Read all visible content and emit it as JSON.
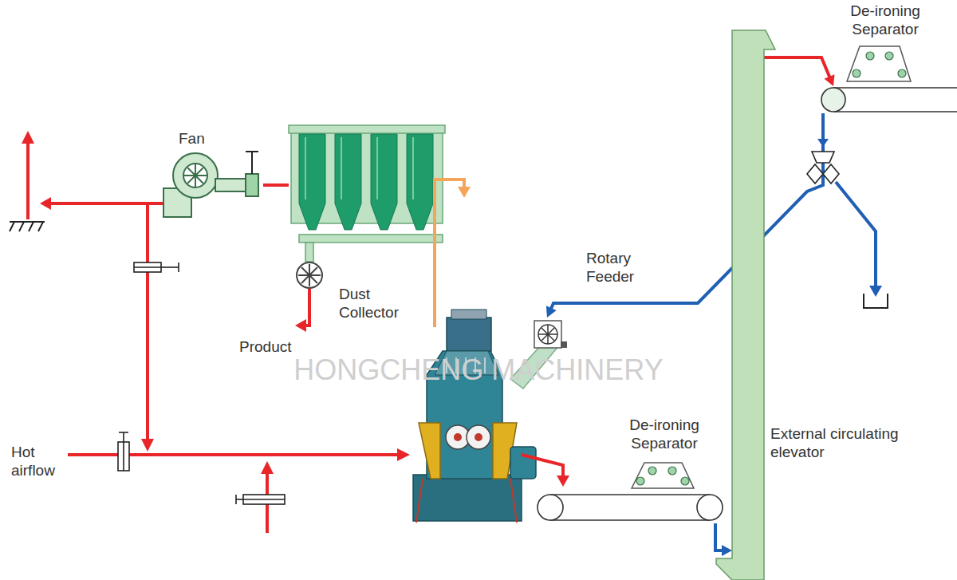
{
  "diagram": {
    "nodes": [
      {
        "text": [
          "Fan"
        ]
      },
      {
        "text": [
          "Dust Collector"
        ]
      },
      {
        "text": [
          "De-ironing Separator"
        ]
      },
      {
        "text": [
          "Rotary Feeder"
        ]
      },
      {
        "text": [
          "De-ironing Separator"
        ]
      },
      {
        "text": [
          "External circulating elevator"
        ]
      }
    ],
    "edges": [
      {
        "from": 0,
        "to": 1,
        "arrow": "none"
      },
      {
        "from": 5,
        "to": 2,
        "arrow": "to"
      },
      {
        "from": 2,
        "to": 3,
        "arrow": "to"
      },
      {
        "from": 4,
        "to": 5,
        "arrow": "to"
      }
    ],
    "labels": [
      "Product",
      "Hot airflow",
      "HONGCHENG MACHINERY"
    ]
  }
}
